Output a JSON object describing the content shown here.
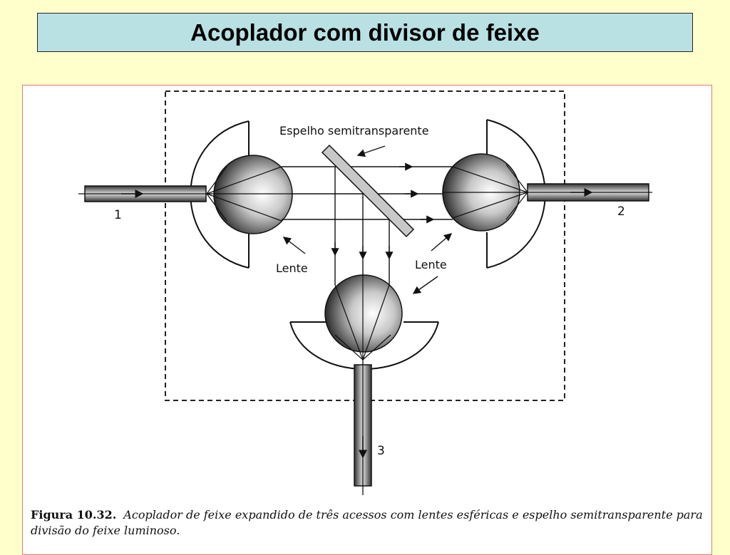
{
  "slide": {
    "title": "Acoplador com divisor de feixe"
  },
  "diagram": {
    "labels": {
      "mirror": "Espelho semitransparente",
      "lens_left": "Lente",
      "lens_right": "Lente",
      "port_1": "1",
      "port_2": "2",
      "port_3": "3"
    }
  },
  "caption": {
    "figure_label": "Figura 10.32.",
    "text": "Acoplador de feixe expandido de três acessos com lentes esféricas e espelho semitransparente para divisão do feixe luminoso."
  },
  "colors": {
    "slide_background": "#ffffcc",
    "title_background": "#b9e1e4",
    "frame_border": "#e07b6a"
  }
}
